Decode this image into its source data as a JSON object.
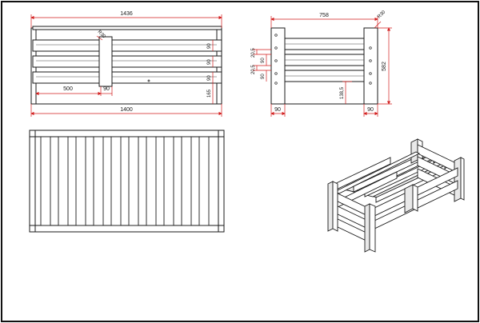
{
  "drawing": {
    "dimensions": {
      "front_overall_width": "1436",
      "front_inner_length": "1400",
      "front_offset_500": "500",
      "front_post_width": "90",
      "front_radius": "R30",
      "front_gap_1": "90",
      "front_gap_2": "90",
      "front_gap_3": "90",
      "front_bottom_height": "165",
      "side_overall_width": "758",
      "side_radius": "R30",
      "side_total_height": "582",
      "side_gap_20_5_a": "20,5",
      "side_gap_90_a": "90",
      "side_gap_20_5_b": "20,5",
      "side_gap_90_b": "90",
      "side_bottom_138_5": "138,5",
      "side_left_post": "90",
      "side_right_post": "90"
    }
  }
}
